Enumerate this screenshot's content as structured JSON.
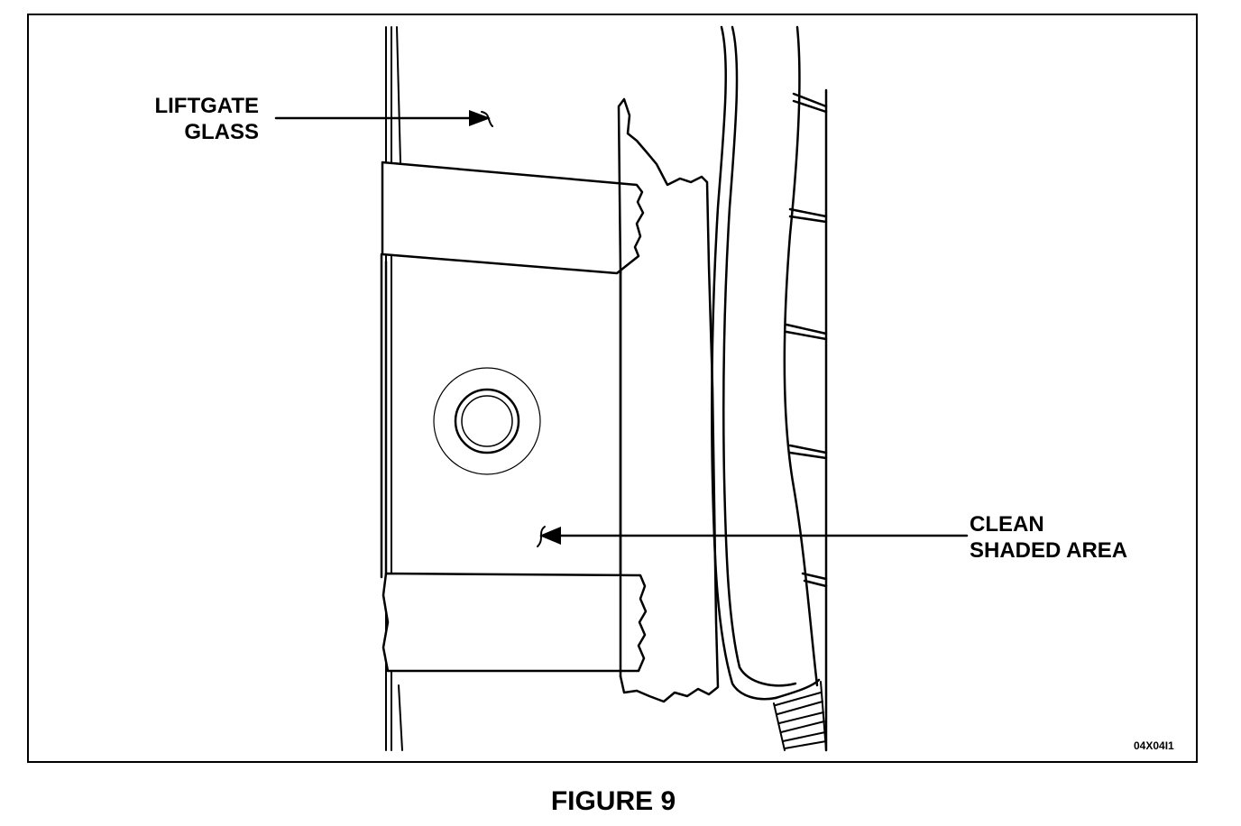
{
  "figure": {
    "caption": "FIGURE 9",
    "code": "04X04I1"
  },
  "callouts": {
    "liftgate_glass": [
      "LIFTGATE",
      "GLASS"
    ],
    "clean_shaded_area": [
      "CLEAN",
      "SHADED AREA"
    ]
  },
  "colors": {
    "line": "#000000",
    "background": "#ffffff"
  }
}
